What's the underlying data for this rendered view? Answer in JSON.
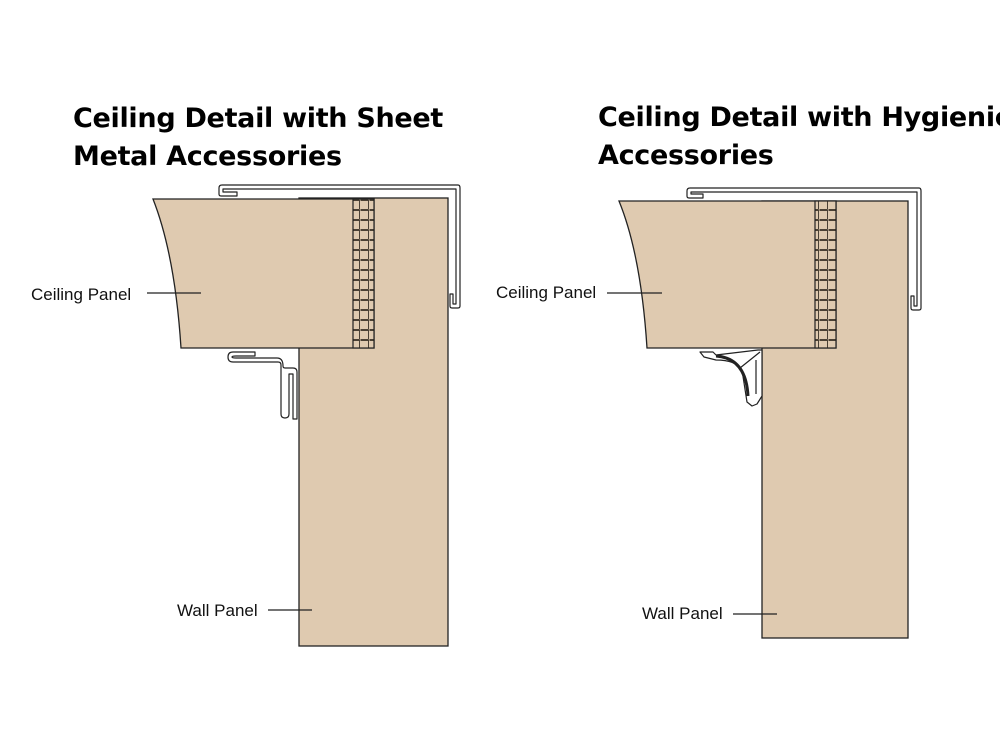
{
  "left_detail": {
    "title_line1": "Ceiling Detail with Sheet",
    "title_line2": "Metal Accessories",
    "ceiling_label": "Ceiling Panel",
    "wall_label": "Wall Panel"
  },
  "right_detail": {
    "title_line1": "Ceiling Detail with Hygienic",
    "title_line2": "Accessories",
    "ceiling_label": "Ceiling Panel",
    "wall_label": "Wall Panel"
  },
  "colors": {
    "panel_fill": "#dfcab0",
    "outline": "#222222",
    "background": "#ffffff"
  }
}
